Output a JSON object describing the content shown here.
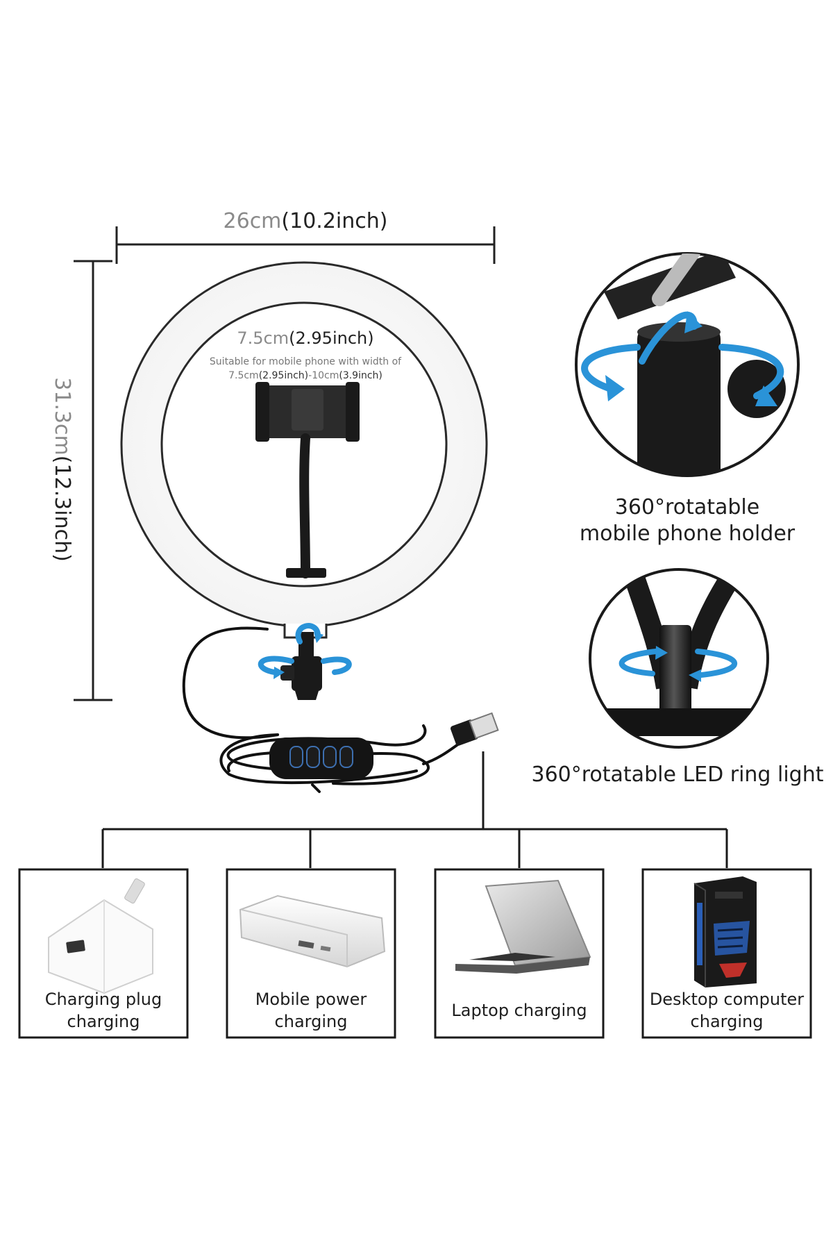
{
  "dimensions": {
    "width_cm": "26cm",
    "width_inch": "(10.2inch)",
    "height_cm": "31.3cm",
    "height_inch": "(12.3inch)"
  },
  "phone_holder": {
    "min_cm": "7.5cm",
    "min_inch": "(2.95inch)",
    "suitable_text": "Suitable for mobile phone with width of",
    "range_min_cm": "7.5cm",
    "range_min_inch": "(2.95inch)",
    "range_sep": "-",
    "range_max_cm": "10cm",
    "range_max_inch": "(3.9inch)"
  },
  "features": {
    "holder_line1": "360°rotatable",
    "holder_line2": "mobile phone holder",
    "ring_line": "360°rotatable LED ring light"
  },
  "power_sources": [
    {
      "line1": "Charging plug",
      "line2": "charging",
      "icon": "charging-plug-icon"
    },
    {
      "line1": "Mobile power",
      "line2": "charging",
      "icon": "power-bank-icon"
    },
    {
      "line1": "Laptop charging",
      "line2": "",
      "icon": "laptop-icon"
    },
    {
      "line1": "Desktop computer",
      "line2": "charging",
      "icon": "desktop-tower-icon"
    }
  ],
  "colors": {
    "rotation_arrow": "#2a93d8",
    "device_black": "#1a1a1a",
    "tower_accent": "#2a5fb8"
  }
}
